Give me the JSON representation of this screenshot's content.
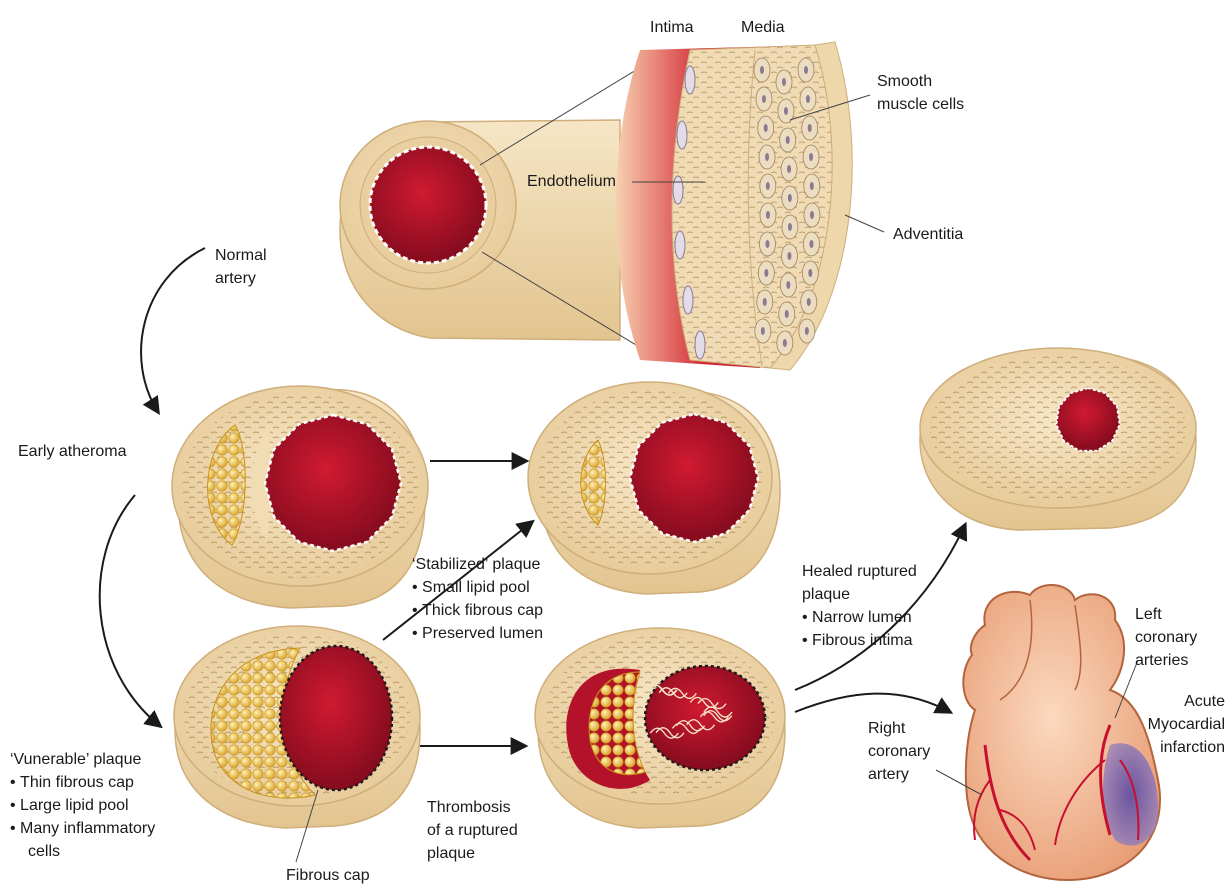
{
  "labels": {
    "intima": "Intima",
    "media": "Media",
    "smooth_muscle": [
      "Smooth",
      "muscle cells"
    ],
    "endothelium": "Endothelium",
    "adventitia": "Adventitia",
    "normal_artery": [
      "Normal",
      "artery"
    ],
    "early_atheroma": "Early atheroma",
    "stabilized": {
      "title": "‘Stabilized’ plaque",
      "items": [
        "Small lipid pool",
        "Thick fibrous cap",
        "Preserved lumen"
      ]
    },
    "healed": {
      "title": [
        "Healed ruptured",
        "plaque"
      ],
      "items": [
        "Narrow lumen",
        "Fibrous intima"
      ]
    },
    "left_coronary": [
      "Left",
      "coronary",
      "arteries"
    ],
    "acute_mi": [
      "Acute",
      "Myocardial",
      "infarction"
    ],
    "right_coronary": [
      "Right",
      "coronary",
      "artery"
    ],
    "vulnerable": {
      "title": "‘Vunerable’ plaque",
      "items": [
        "Thin fibrous cap",
        "Large lipid pool",
        "Many inflammatory"
      ],
      "tail": "cells"
    },
    "thrombosis": [
      "Thrombosis",
      "of a ruptured",
      "plaque"
    ],
    "fibrous_cap": "Fibrous cap"
  },
  "colors": {
    "lumen": "#b3122a",
    "lumen_dark": "#7e0a1c",
    "wall": "#f2dcb4",
    "wall_edge": "#cfae7a",
    "fiber": "#b89866",
    "lipid": "#f0c44a",
    "lipid_edge": "#c89216",
    "heart": "#f4bd97",
    "heart_edge": "#b5633d",
    "vessel": "#c8102e",
    "infarct": "#6a5da8",
    "ink": "#1a1a1a"
  }
}
